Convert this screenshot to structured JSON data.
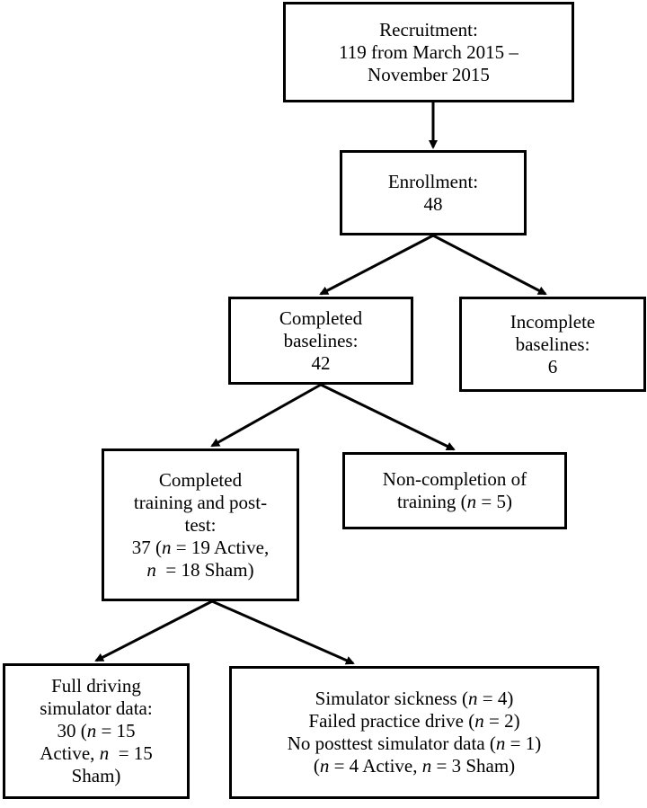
{
  "nodes": {
    "recruitment": [
      "Recruitment:",
      "119 from March 2015 –",
      "November 2015"
    ],
    "enrollment": [
      "Enrollment:",
      "48"
    ],
    "completed_baselines": [
      "Completed",
      "baselines:",
      "42"
    ],
    "incomplete_baselines": [
      "Incomplete",
      "baselines:",
      "6"
    ],
    "completed_training": {
      "line1": "Completed",
      "line2": "training and post-",
      "line3": "test:",
      "line4_a": "37 (",
      "line4_n": "n",
      "line4_b": " = 19 Active,",
      "line5_n": "n",
      "line5_b": "  = 18 Sham)"
    },
    "noncompletion": {
      "line1": "Non-completion of",
      "line2_a": "training (",
      "line2_n": "n",
      "line2_b": " = 5)"
    },
    "full_driving": {
      "line1": "Full driving",
      "line2": "simulator data:",
      "line3_a": "30 (",
      "line3_n": "n",
      "line3_b": " = 15",
      "line4_a": "Active, ",
      "line4_n": "n",
      "line4_b": "  = 15",
      "line5": "Sham)"
    },
    "exclusions": {
      "line1_a": "Simulator sickness (",
      "line1_n": "n",
      "line1_b": " = 4)",
      "line2_a": "Failed practice drive (",
      "line2_n": "n",
      "line2_b": " = 2)",
      "line3_a": "No posttest simulator data (",
      "line3_n": "n",
      "line3_b": " = 1)",
      "line4_a": "(",
      "line4_n1": "n",
      "line4_b": " = 4 Active, ",
      "line4_n2": "n",
      "line4_c": " = 3 Sham)"
    }
  },
  "colors": {
    "stroke": "#000000",
    "background": "#ffffff"
  }
}
